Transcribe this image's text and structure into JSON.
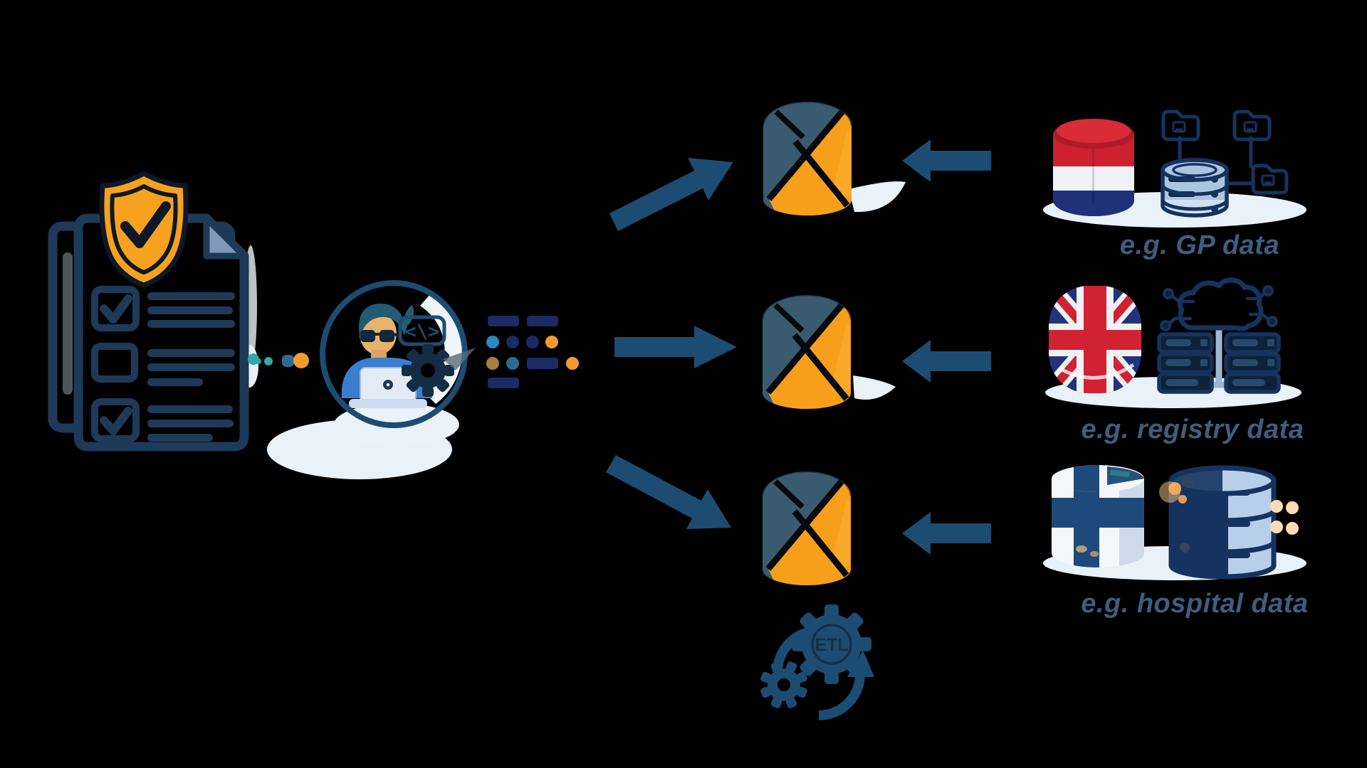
{
  "diagram": {
    "source_labels": {
      "gp": "e.g. GP data",
      "registry": "e.g. registry data",
      "hospital": "e.g. hospital data"
    },
    "etl_label": "ETL",
    "code_badge": "<\\>",
    "icons": {
      "shield_check": "shield-with-checkmark",
      "checklist": "protocol-checklist-document",
      "analyst": "analyst-at-laptop-in-circle",
      "code": "code-brackets-badge",
      "gear": "gear",
      "data_grid": "data-table-dots-grid",
      "cdm_database": "cdm-database-cylinder",
      "etl": "etl-gears-cycle",
      "flag_nl": "netherlands-flag-cylinder",
      "flag_uk": "uk-flag-rounded",
      "flag_fi": "finland-flag-cylinder",
      "gp_source": "database-with-folders",
      "registry_source": "cloud-with-server-racks",
      "hospital_source": "striped-database-stack"
    },
    "palette": {
      "bg": "#000000",
      "navy": "#1f3a58",
      "steel": "#1d4c72",
      "orange": "#f6a21f",
      "cdmorange": "#f79f1b",
      "slate": "#3a5a70",
      "ink": "#14304a",
      "white": "#f2f6fb",
      "shadow": "#e9f1f9",
      "iconnavy": "#16335f",
      "label": "#3f5d7d",
      "teal": "#2fa9a5",
      "red": "#cd2130",
      "nlblue": "#20307a",
      "ukblue": "#22337c",
      "ukred": "#d02233",
      "fiblue": "#1d4a7a",
      "lightblue": "#cfe0f2",
      "gridnavy": "#1c2a66",
      "gridblue": "#2f86c5",
      "gridorange": "#f49a2e",
      "gridbrown": "#a87c42",
      "gridteal": "#2d6b93",
      "skin": "#e9b268",
      "shirt": "#3b7ed0",
      "hair": "#235a74",
      "foldblue": "#8099ba"
    }
  }
}
